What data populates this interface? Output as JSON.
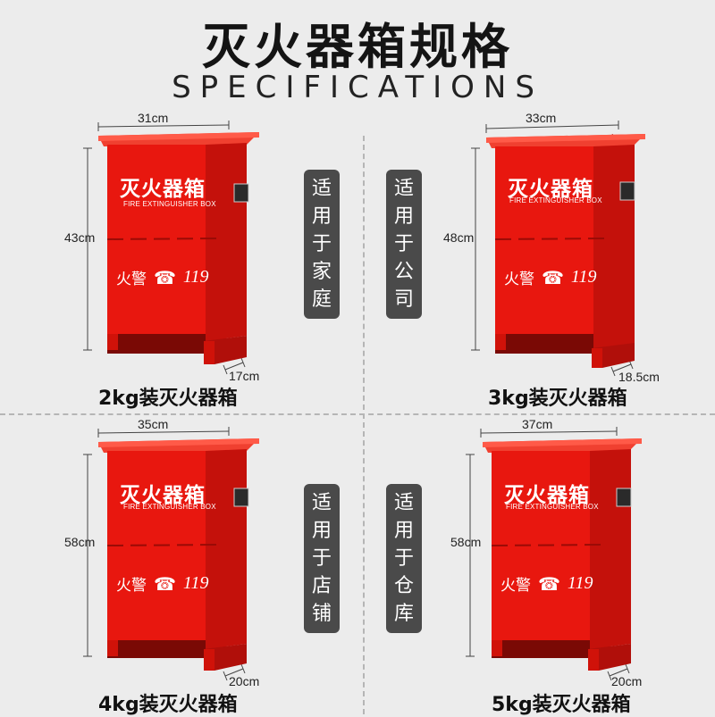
{
  "header": {
    "title": "灭火器箱规格",
    "subtitle": "SPECIFICATIONS"
  },
  "box_labels": {
    "title": "灭火器箱",
    "subtitle": "FIRE EXTINGUISHER BOX",
    "alarm_label": "火警",
    "alarm_number": "119"
  },
  "products": [
    {
      "width": "31cm",
      "height": "43cm",
      "depth": "17cm",
      "name": "2kg装灭火器箱",
      "usage": "适用于家庭"
    },
    {
      "width": "33cm",
      "height": "48cm",
      "depth": "18.5cm",
      "name": "3kg装灭火器箱",
      "usage": "适用于公司"
    },
    {
      "width": "35cm",
      "height": "58cm",
      "depth": "20cm",
      "name": "4kg装灭火器箱",
      "usage": "适用于店铺"
    },
    {
      "width": "37cm",
      "height": "58cm",
      "depth": "20cm",
      "name": "5kg装灭火器箱",
      "usage": "适用于仓库"
    }
  ],
  "colors": {
    "box_red": "#e8170f",
    "box_dark": "#a80d08",
    "tag_bg": "#4a4a4a",
    "background": "#ececec"
  }
}
